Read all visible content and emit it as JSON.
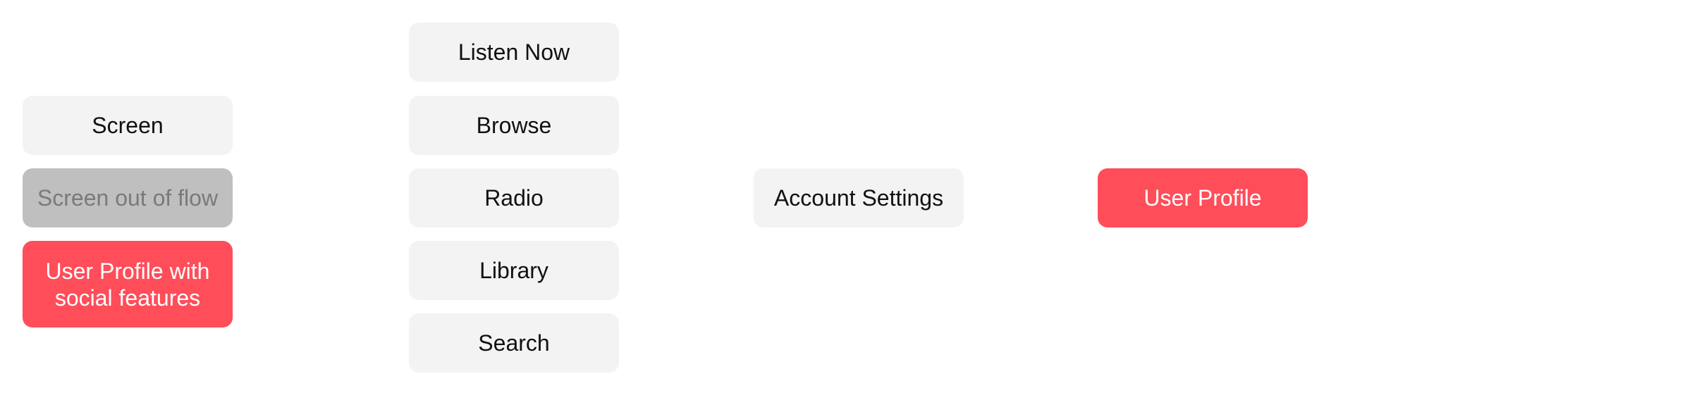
{
  "legend": {
    "screen": "Screen",
    "screen_out_of_flow": "Screen out of flow",
    "user_profile_social": "User Profile with social features"
  },
  "tabs": {
    "listen_now": "Listen Now",
    "browse": "Browse",
    "radio": "Radio",
    "library": "Library",
    "search": "Search"
  },
  "account_settings": "Account Settings",
  "user_profile": "User Profile",
  "colors": {
    "screen_bg": "#f3f3f3",
    "out_of_flow_bg": "#bfbfbf",
    "out_of_flow_text": "#7a7a7a",
    "accent": "#ff4d5a"
  }
}
